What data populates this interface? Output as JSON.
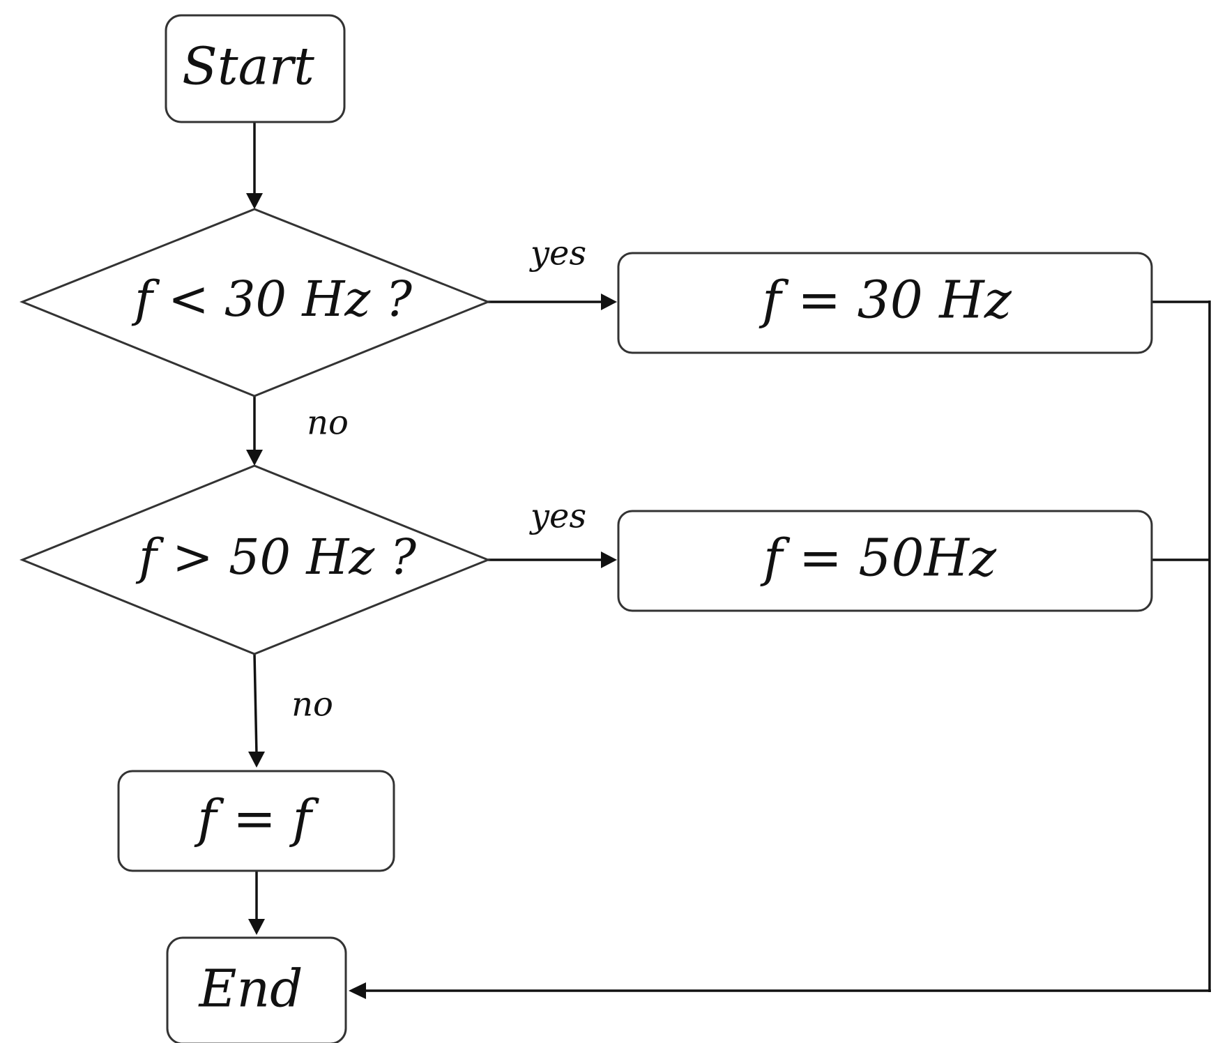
{
  "flowchart": {
    "start": "Start",
    "decision_1": "f < 30 Hz ?",
    "decision_2": "f > 50 Hz ?",
    "process_30": "f = 30 Hz",
    "process_50": "f = 50Hz",
    "process_keep": "f = f",
    "end": "End",
    "edge_labels": {
      "d1_yes": "yes",
      "d1_no": "no",
      "d2_yes": "yes",
      "d2_no": "no"
    }
  }
}
